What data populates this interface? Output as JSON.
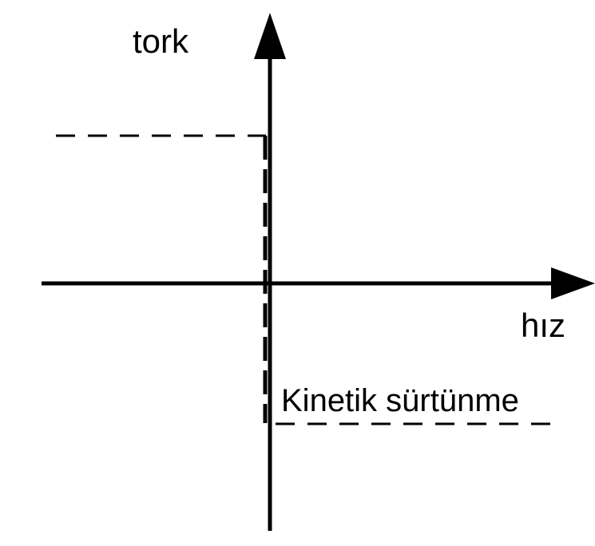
{
  "diagram": {
    "y_axis_label": "tork",
    "x_axis_label": "hız",
    "annotation": "Kinetik sürtünme",
    "line_color": "#000000",
    "background": "#ffffff"
  }
}
